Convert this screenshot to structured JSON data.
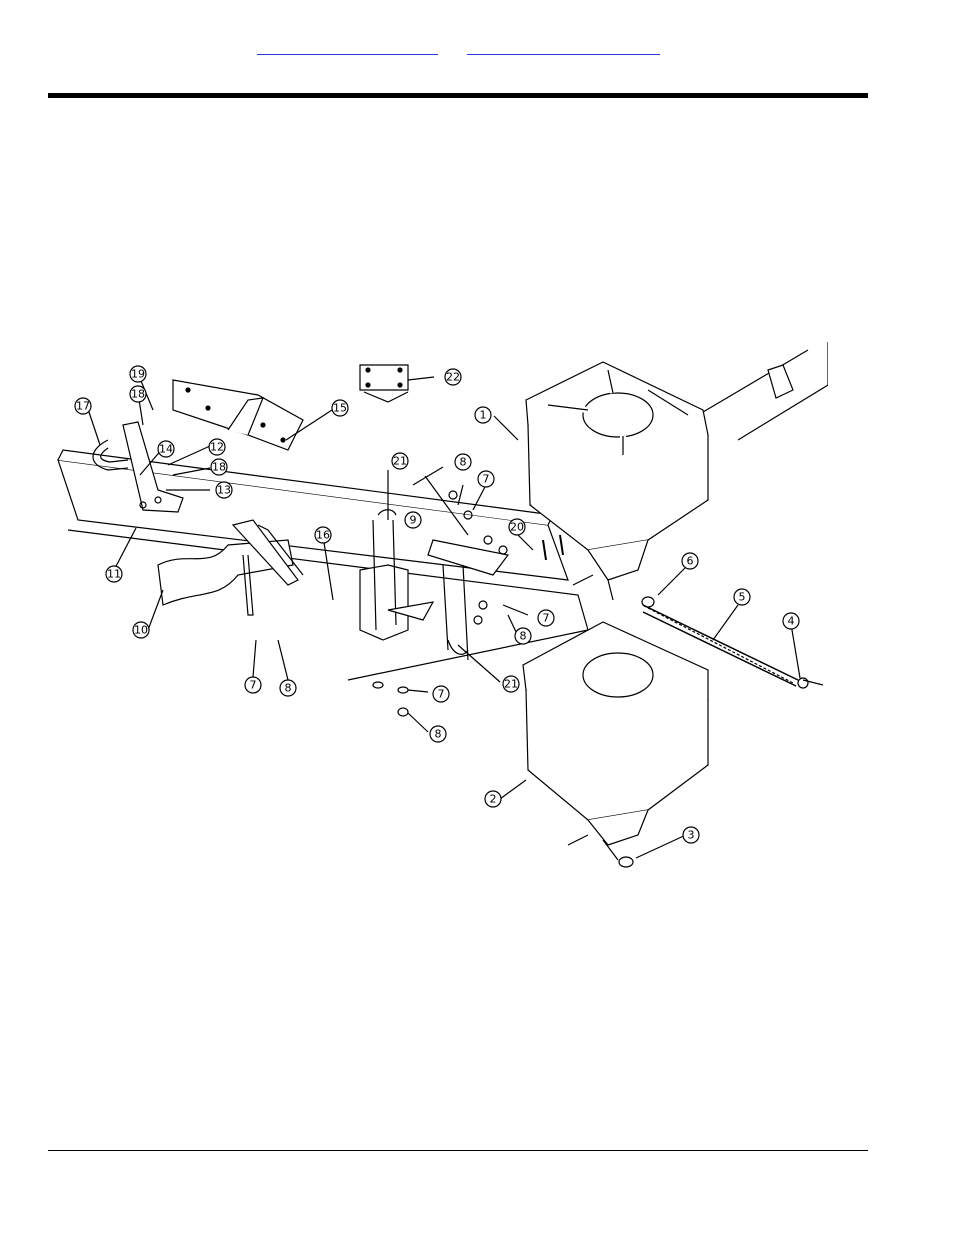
{
  "header": {
    "links": [
      {
        "label": ""
      },
      {
        "label": ""
      }
    ]
  },
  "diagram": {
    "callouts": [
      "1",
      "2",
      "3",
      "4",
      "5",
      "6",
      "7",
      "8",
      "9",
      "10",
      "11",
      "12",
      "13",
      "14",
      "15",
      "16",
      "17",
      "18",
      "19",
      "20",
      "21",
      "22"
    ]
  }
}
